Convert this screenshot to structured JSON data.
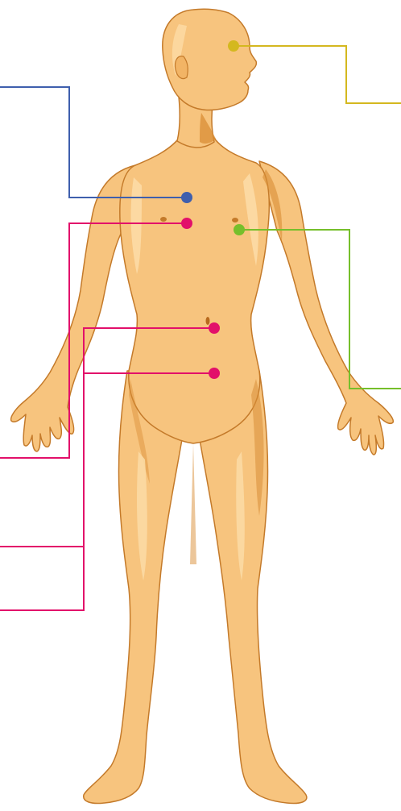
{
  "figure": {
    "subject": "human-body-anatomy-callouts",
    "colors": {
      "background": "#ffffff",
      "skin_fill": "#F7C47E",
      "skin_highlight": "#FCDCA6",
      "skin_shadow": "#D98E36",
      "skin_outline": "#C47A2A",
      "callout_yellow": "#D4B81F",
      "callout_blue": "#3F5FAD",
      "callout_magenta": "#E2106A",
      "callout_green": "#76BF2B"
    },
    "callouts": [
      {
        "id": "head",
        "color_key": "callout_yellow",
        "label": ""
      },
      {
        "id": "chest-upper",
        "color_key": "callout_blue",
        "label": ""
      },
      {
        "id": "chest-lower",
        "color_key": "callout_magenta",
        "label": ""
      },
      {
        "id": "chest-side",
        "color_key": "callout_green",
        "label": ""
      },
      {
        "id": "abdomen-upper",
        "color_key": "callout_magenta",
        "label": ""
      },
      {
        "id": "abdomen-lower",
        "color_key": "callout_magenta",
        "label": ""
      }
    ]
  }
}
